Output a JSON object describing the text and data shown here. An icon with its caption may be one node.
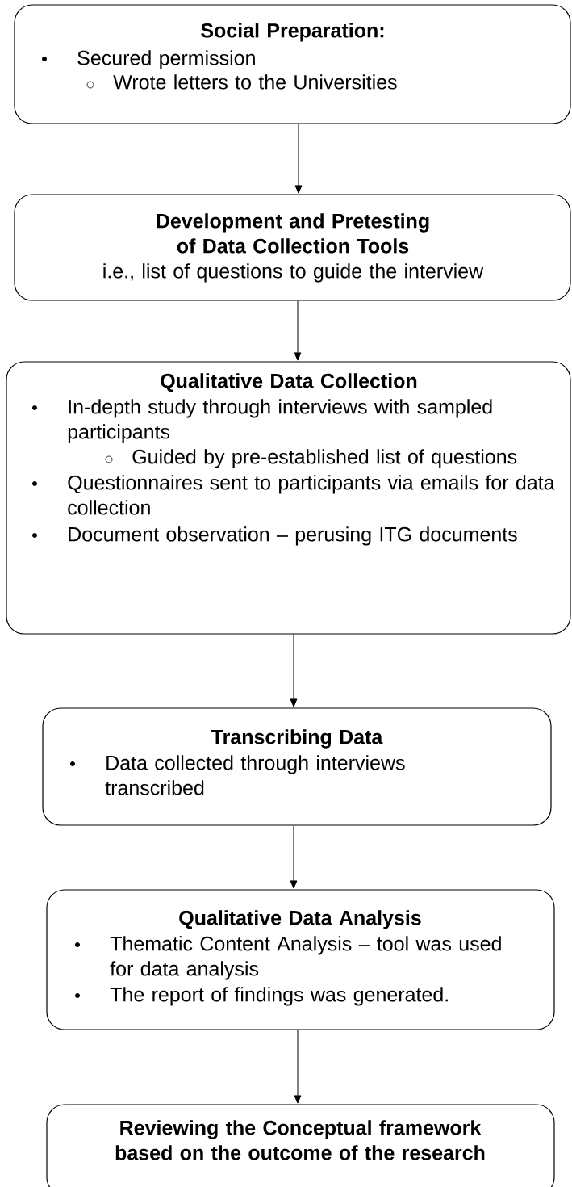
{
  "diagram": {
    "nodes": [
      {
        "text": [
          "Social Preparation:",
          "Secured permission",
          "Wrote letters to the Universities"
        ]
      },
      {
        "text": [
          "Development and Pretesting of Data Collection Tools",
          "i.e., list of questions to guide the interview"
        ]
      },
      {
        "text": [
          "Qualitative Data Collection",
          "In-depth study through interviews with sampled participants",
          "Guided by pre-established list of questions",
          "Questionnaires sent to participants via emails for data collection",
          "Document observation – perusing ITG documents"
        ]
      },
      {
        "text": [
          "Transcribing Data",
          "Data collected through interviews transcribed"
        ]
      },
      {
        "text": [
          "Qualitative Data Analysis",
          "Thematic Content Analysis – tool was used for data analysis",
          "The report of findings was generated."
        ]
      },
      {
        "text": [
          "Reviewing the Conceptual framework based on the outcome of the research"
        ]
      }
    ],
    "edges": [
      {
        "from": 0,
        "to": 1,
        "arrow": "to"
      },
      {
        "from": 1,
        "to": 2,
        "arrow": "to"
      },
      {
        "from": 2,
        "to": 3,
        "arrow": "to"
      },
      {
        "from": 3,
        "to": 4,
        "arrow": "to"
      },
      {
        "from": 4,
        "to": 5,
        "arrow": "to"
      }
    ]
  }
}
